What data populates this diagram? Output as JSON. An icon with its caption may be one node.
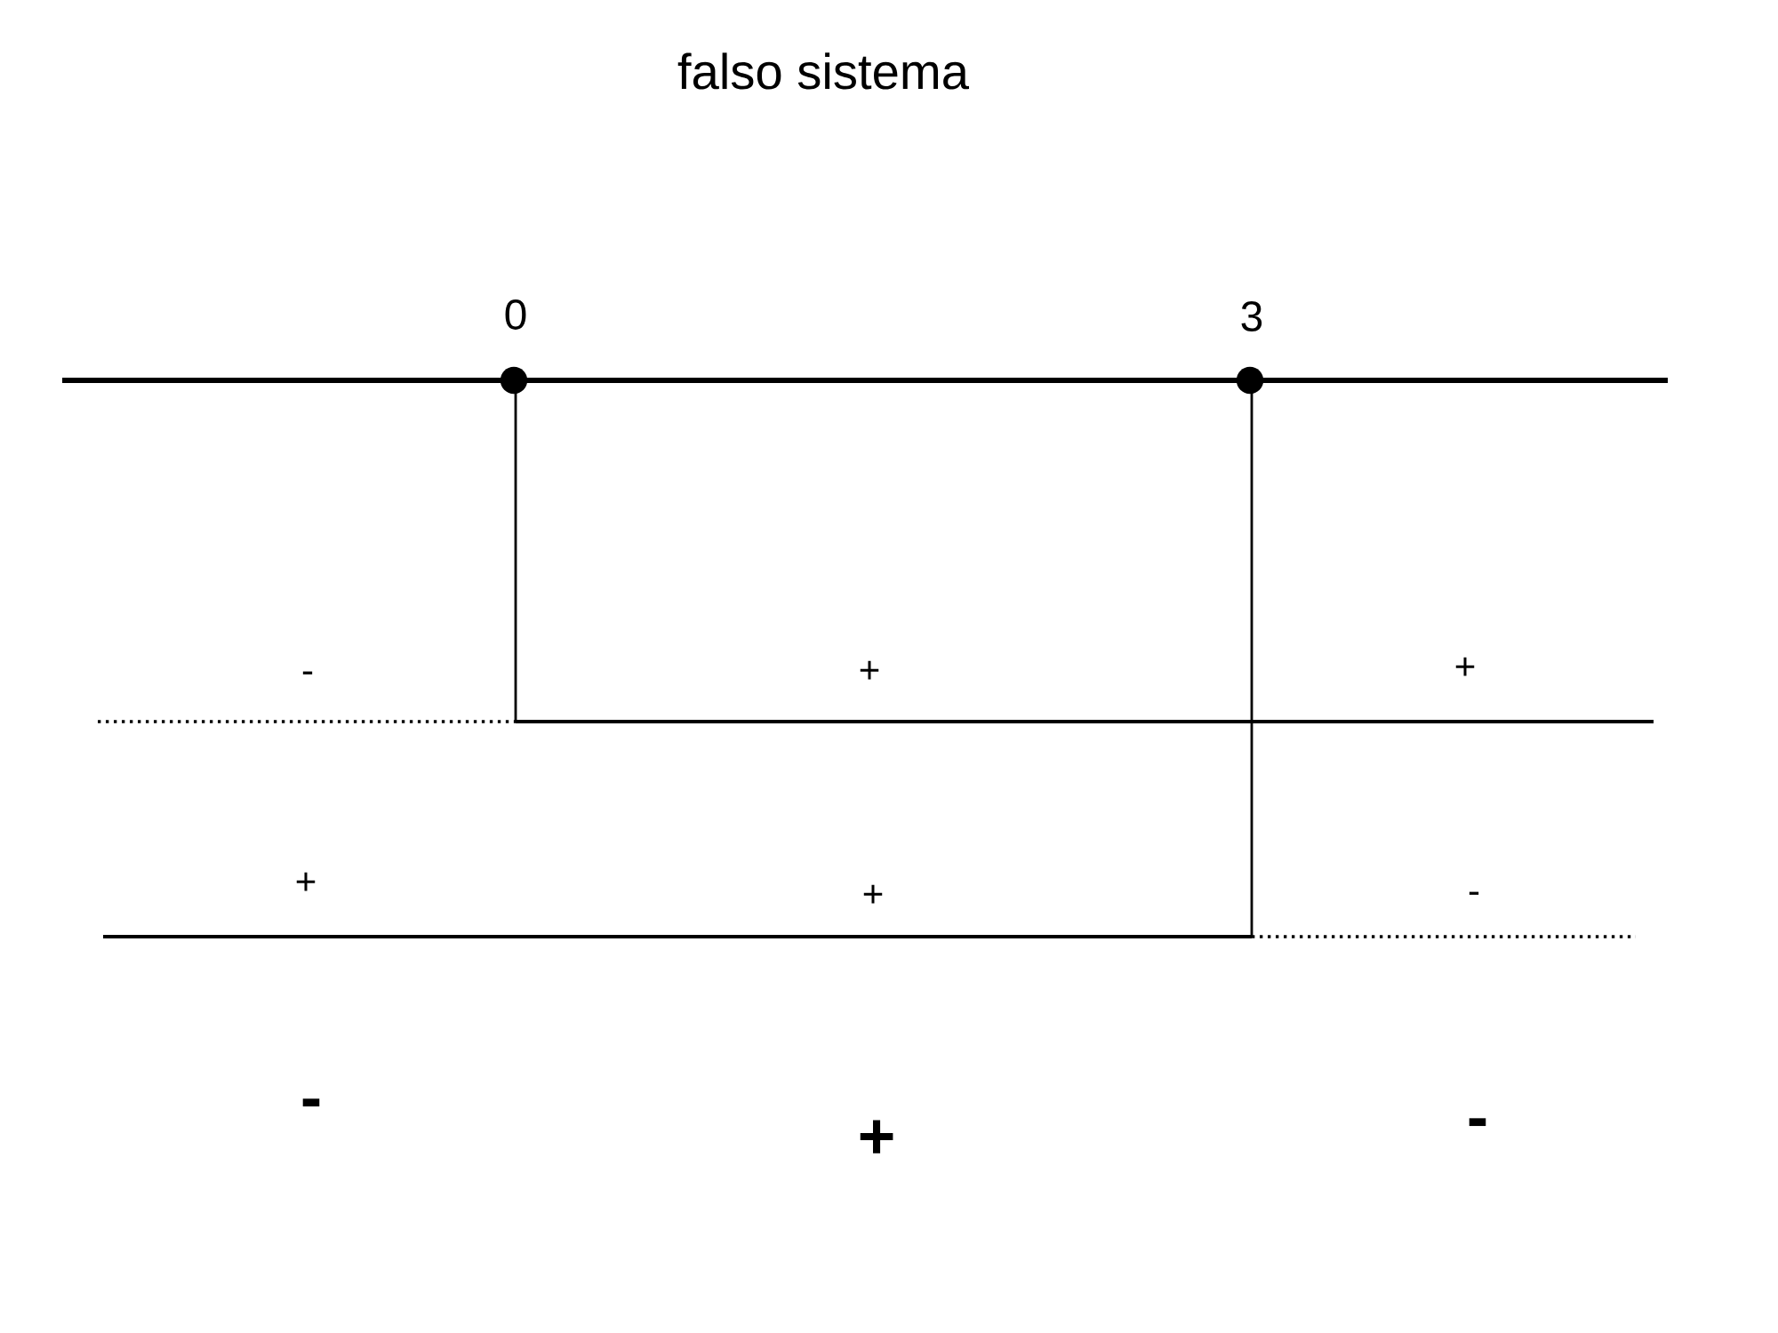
{
  "diagram": {
    "title": "falso sistema",
    "labels": [
      "0",
      "3",
      "-",
      "+",
      "+",
      "+",
      "+",
      "-",
      "-",
      "+",
      "-"
    ]
  }
}
